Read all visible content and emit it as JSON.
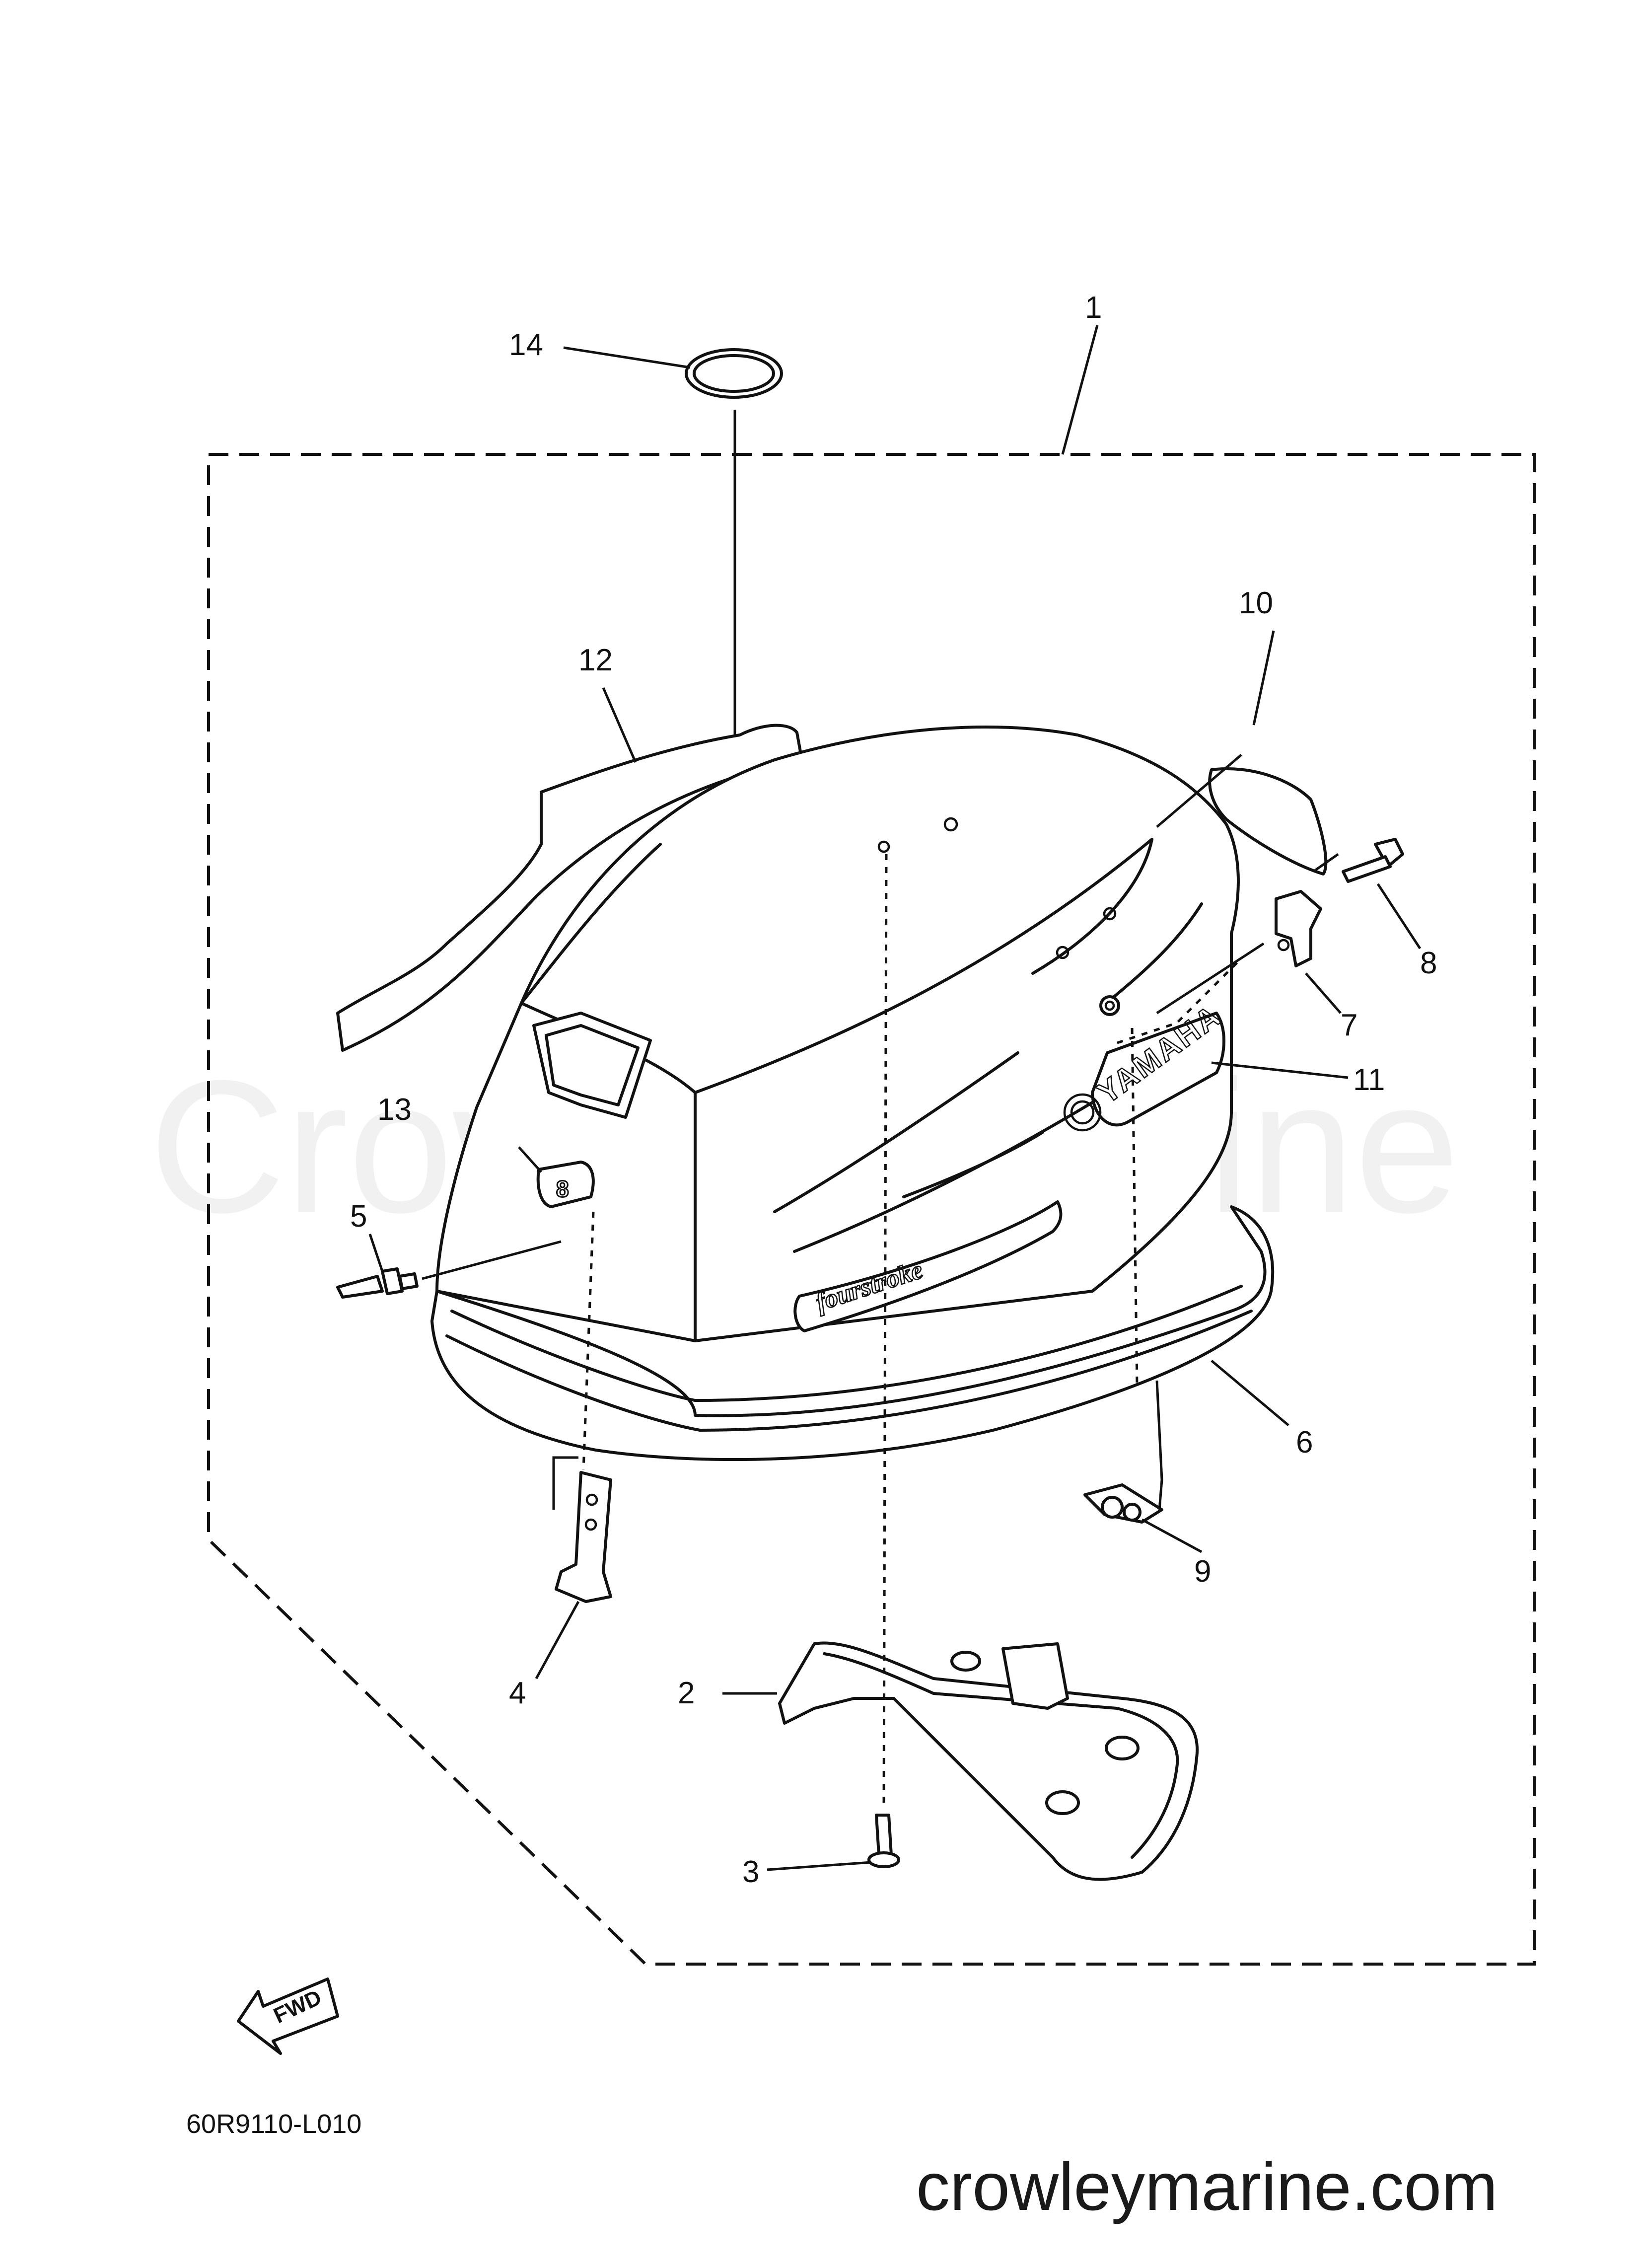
{
  "diagram": {
    "callouts": [
      "1",
      "2",
      "3",
      "4",
      "5",
      "6",
      "7",
      "8",
      "9",
      "10",
      "11",
      "12",
      "13",
      "14"
    ],
    "drawing_code": "60R9110-L010",
    "watermark": "Crowley Marine",
    "website": "crowleymarine.com",
    "fwd_label": "FWD",
    "decal_fourstroke": "fourstroke",
    "decal_brand": "YAMAHA",
    "emblem_number": "8"
  }
}
